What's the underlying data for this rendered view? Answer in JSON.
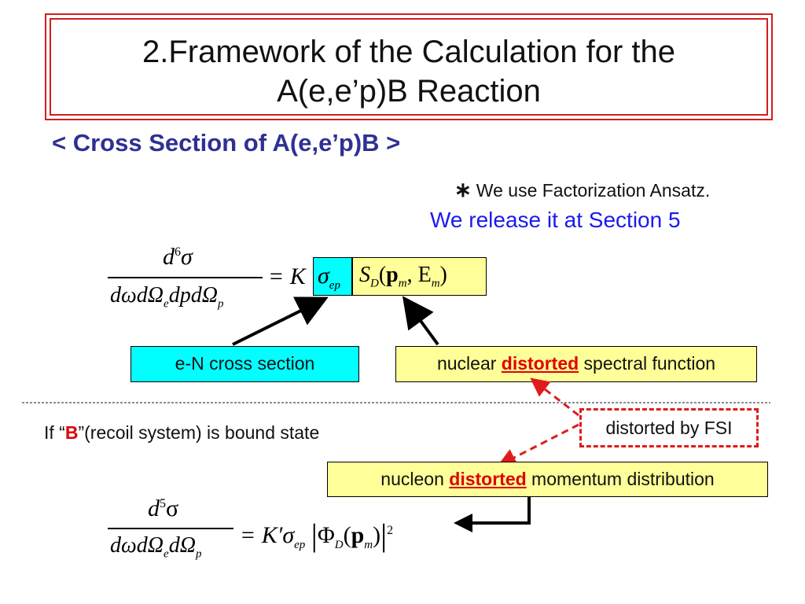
{
  "slide": {
    "title_line1": "2.Framework of the Calculation for the",
    "title_line2": "A(e,e’p)B Reaction",
    "subtitle": "< Cross Section of A(e,e’p)B >",
    "note_star": "∗",
    "note_text": "We use Factorization Ansatz.",
    "release_text": "We release it at Section 5",
    "eq1": {
      "num_d": "d",
      "num_exp": "6",
      "num_sigma": "σ",
      "den": "dωdΩ",
      "den_sub_e": "e",
      "den_mid": "dpdΩ",
      "den_sub_p": "p",
      "equals_K": "= K",
      "sigma": "σ",
      "sigma_sub": "ep",
      "S": "S",
      "S_sub": "D",
      "arg_open": "(",
      "p_bold": "p",
      "p_sub": "m",
      "comma": ",",
      "E": "E",
      "E_sub": "m",
      "arg_close": ")"
    },
    "box_eN": "e-N cross section",
    "box_spectral_pre": "nuclear ",
    "box_spectral_dist": "distorted",
    "box_spectral_post": " spectral function",
    "fsi_text": "distorted by FSI",
    "if_pre": "If “",
    "if_B": "B",
    "if_post": "”(recoil system) is bound state",
    "box_momentum_pre": "nucleon ",
    "box_momentum_dist": "distorted",
    "box_momentum_post": " momentum distribution",
    "eq2": {
      "num_d": "d",
      "num_exp": "5",
      "num_sigma": "σ",
      "den": "dωdΩ",
      "den_sub_e": "e",
      "den_mid": "dΩ",
      "den_sub_p": "p",
      "equals_K": "= K′σ",
      "sigma_sub": "ep",
      "bar_open": "|",
      "phi": "Φ",
      "phi_sub": "D",
      "arg_open": "(",
      "p_bold": "p",
      "p_sub": "m",
      "arg_close": ")",
      "bar_close": "|",
      "exp2": "2"
    },
    "colors": {
      "title_border": "#d21d1d",
      "subtitle": "#2e3192",
      "release": "#1a1aee",
      "cyan": "#00ffff",
      "yellow": "#ffff99",
      "accent_red": "#e00000"
    }
  }
}
